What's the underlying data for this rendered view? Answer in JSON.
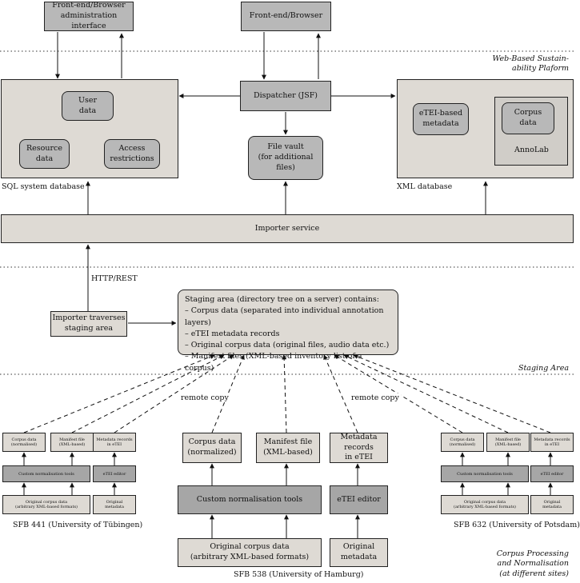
{
  "top": {
    "admin_browser": "Front-end/Browser\nadministration interface",
    "browser": "Front-end/Browser",
    "dispatcher": "Dispatcher (JSF)",
    "file_vault": "File vault\n(for additional files)",
    "platform_label": "Web-Based Sustain-\nability Plaform"
  },
  "sql_db": {
    "caption": "SQL system database",
    "user_data": "User\ndata",
    "resource_data": "Resource\ndata",
    "access_restrictions": "Access\nrestrictions"
  },
  "xml_db": {
    "caption": "XML database",
    "etei_metadata": "eTEI-based\nmetadata",
    "corpus_data": "Corpus\ndata",
    "annolab": "AnnoLab"
  },
  "importer_service": "Importer service",
  "http_rest": "HTTP/REST",
  "importer_traverses": "Importer traverses\nstaging area",
  "staging": {
    "text": "Staging area (directory tree on a server) contains:\n– Corpus data (separated into individual annotation layers)\n– eTEI metadata records\n– Original corpus data (original files, audio data etc.)\n– Manifest files (XML-based inventory list of a corpus)",
    "label": "Staging Area"
  },
  "remote_copy_left": "remote copy",
  "remote_copy_right": "remote copy",
  "sfb441": {
    "caption": "SFB 441 (University of Tübingen)",
    "corpus_data": "Corpus data\n(normalised)",
    "manifest_file": "Manifest file\n(XML-based)",
    "metadata_records": "Metadata records\nin eTEI",
    "normalisation_tools": "Custom normalisation tools",
    "etei_editor": "eTEI editor",
    "original_corpus": "Original corpus data\n(arbitrary XML-based formats)",
    "original_metadata": "Original\nmetadata"
  },
  "sfb538": {
    "caption": "SFB 538 (University of Hamburg)",
    "corpus_data": "Corpus data\n(normalized)",
    "manifest_file": "Manifest file\n(XML-based)",
    "metadata_records": "Metadata records\nin eTEI",
    "normalisation_tools": "Custom normalisation tools",
    "etei_editor": "eTEI editor",
    "original_corpus": "Original corpus data\n(arbitrary XML-based formats)",
    "original_metadata": "Original\nmetadata"
  },
  "sfb632": {
    "caption": "SFB 632 (University of Potsdam)",
    "corpus_data": "Corpus data\n(normalised)",
    "manifest_file": "Manifest file\n(XML-based)",
    "metadata_records": "Metadata records\nin eTEI",
    "normalisation_tools": "Custom normalisation tools",
    "etei_editor": "eTEI editor",
    "original_corpus": "Original corpus data\n(arbitrary XML-based formats)",
    "original_metadata": "Original\nmetadata"
  },
  "processing_label": "Corpus Processing\nand Normalisation\n(at different sites)"
}
